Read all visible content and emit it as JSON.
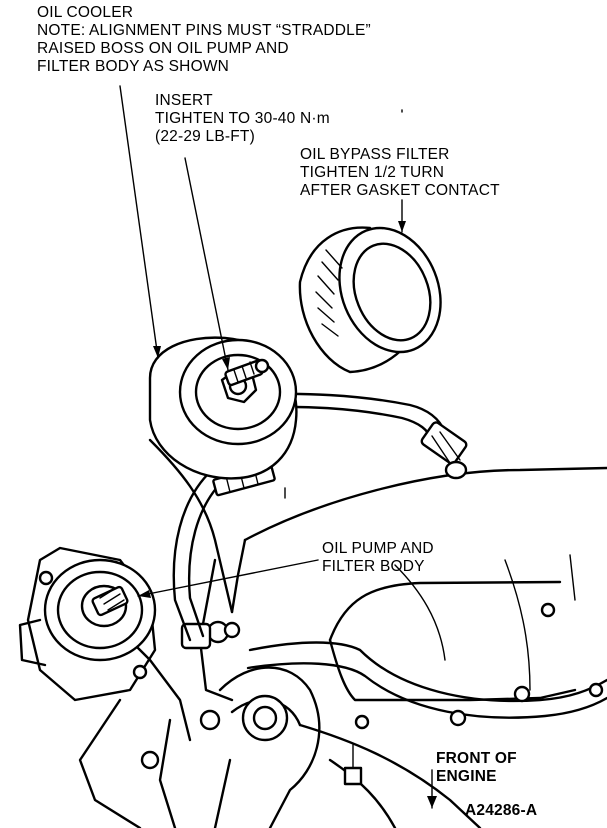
{
  "callouts": {
    "oil_cooler": {
      "lines": [
        "OIL COOLER",
        "NOTE: ALIGNMENT PINS MUST “STRADDLE”",
        "RAISED BOSS ON OIL PUMP AND",
        "FILTER BODY AS SHOWN"
      ]
    },
    "insert": {
      "lines": [
        "INSERT",
        "TIGHTEN TO 30-40 N·m",
        "(22-29 LB-FT)"
      ]
    },
    "bypass_filter": {
      "lines": [
        "OIL BYPASS FILTER",
        "TIGHTEN 1/2 TURN",
        "AFTER GASKET CONTACT"
      ]
    },
    "pump_body": {
      "lines": [
        "OIL PUMP AND",
        "FILTER BODY"
      ]
    },
    "front_of_engine": {
      "lines": [
        "FRONT OF",
        "ENGINE"
      ]
    }
  },
  "figure_id": "A24286-A",
  "colors": {
    "ink": "#000000",
    "paper": "#ffffff"
  }
}
